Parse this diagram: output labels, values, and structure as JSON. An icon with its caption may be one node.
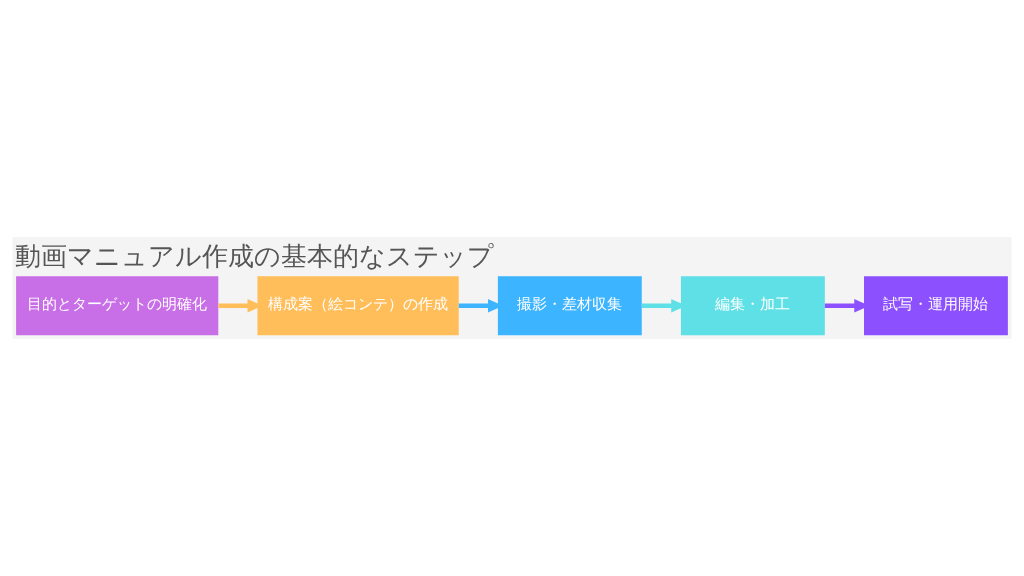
{
  "diagram": {
    "title": "動画マニュアル作成の基本的なステップ",
    "nodes": [
      {
        "text": [
          "目的とターゲットの明確化"
        ]
      },
      {
        "text": [
          "構成案（絵コンテ）の作成"
        ]
      },
      {
        "text": [
          "撮影・差材収集"
        ]
      },
      {
        "text": [
          "編集・加工"
        ]
      },
      {
        "text": [
          "試写・運用開始"
        ]
      }
    ],
    "edges": [
      {
        "from": 0,
        "to": 1,
        "arrow": "to",
        "color": "#ffbe5a"
      },
      {
        "from": 1,
        "to": 2,
        "arrow": "to",
        "color": "#3cb4ff"
      },
      {
        "from": 2,
        "to": 3,
        "arrow": "to",
        "color": "#5ee0e6"
      },
      {
        "from": 3,
        "to": 4,
        "arrow": "to",
        "color": "#8c50ff"
      }
    ]
  }
}
